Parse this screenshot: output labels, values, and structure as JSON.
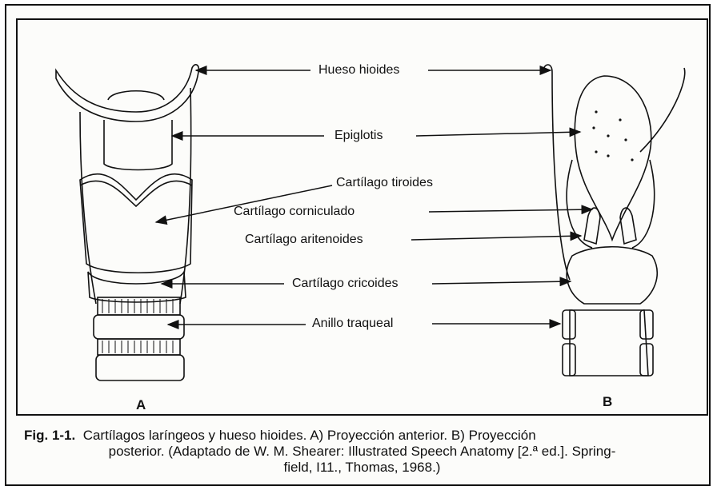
{
  "labels": {
    "hueso_hioides": "Hueso hioides",
    "epiglotis": "Epiglotis",
    "cartilago_tiroides": "Cartílago tiroides",
    "cartilago_corniculado": "Cartílago corniculado",
    "cartilago_aritenoides": "Cartílago aritenoides",
    "cartilago_cricoides": "Cartílago cricoides",
    "anillo_traqueal": "Anillo traqueal"
  },
  "panels": {
    "a": "A",
    "b": "B"
  },
  "caption": {
    "fig_number": "Fig. 1-1.",
    "line1_text": "Cartílagos laríngeos y hueso hioides. A) Proyección anterior. B) Proyección",
    "line2": "posterior. (Adaptado de W. M. Shearer: Illustrated Speech Anatomy [2.ª ed.]. Spring-",
    "line3": "field, I11., Thomas, 1968.)"
  }
}
